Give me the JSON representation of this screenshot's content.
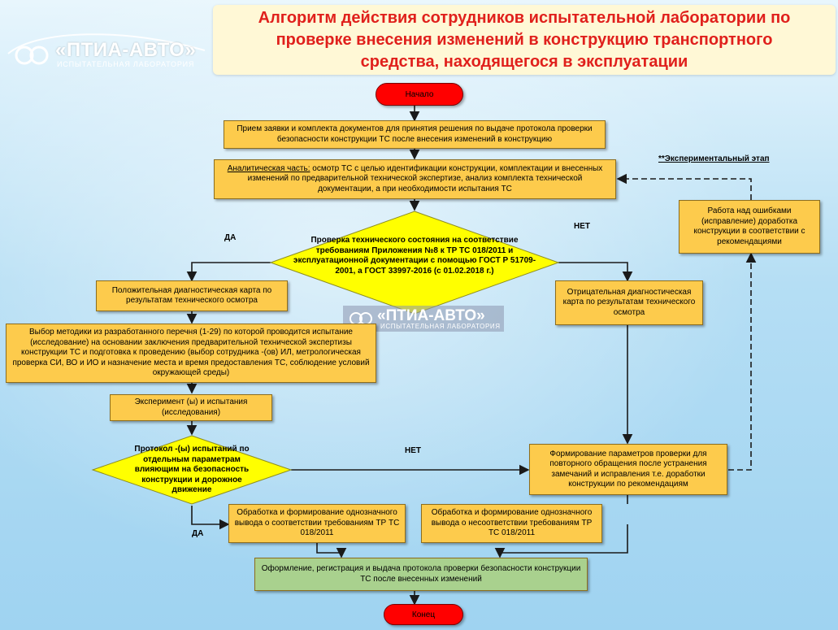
{
  "title": {
    "line1": "Алгоритм действия сотрудников испытательной лаборатории по",
    "line2": "проверке внесения изменений в конструкцию транспортного",
    "line3": "средства, находящегося в эксплуатации"
  },
  "logo": {
    "name": "«ПТИА-АВТО»",
    "subtitle": "ИСПЫТАТЕЛЬНАЯ ЛАБОРАТОРИЯ"
  },
  "watermark": {
    "name": "«ПТИА-АВТО»",
    "subtitle": "ИСПЫТАТЕЛЬНАЯ ЛАБОРАТОРИЯ"
  },
  "nodes": {
    "start": "Начало",
    "end": "Конец",
    "receive": "Прием заявки и комплекта документов для принятия решения по выдаче протокола проверки безопасности конструкции ТС после внесения изменений в конструкцию",
    "analytic_label": "Аналитическая часть:",
    "analytic_text": " осмотр ТС с целью идентификации конструкции, комплектации и внесенных изменений по предварительной технической экспертизе, анализ комплекта технической документации, а при необходимости испытания ТС",
    "check": "Проверка технического состояния на соответствие требованиям Приложения №8 к ТР ТС 018/2011 и эксплуатационной документации с помощью ГОСТ Р 51709-2001, а ГОСТ 33997-2016 (с 01.02.2018 г.)",
    "positive": "Положительная диагностическая карта по результатам технического осмотра",
    "negative": "Отрицательная диагностическая карта по результатам технического осмотра",
    "method": "Выбор методики из разработанного перечня (1-29) по которой проводится испытание (исследование) на основании заключения предварительной технической экспертизы конструкции ТС и подготовка к проведению (выбор сотрудника -(ов) ИЛ, метрологическая проверка СИ, ВО и ИО и назначение места и время предоставления ТС, соблюдение условий окружающей среды)",
    "experiments": "Эксперимент (ы) и испытания (исследования)",
    "protocol_check": "Протокол -(ы) испытаний по отдельным параметрам влияющим на безопасность конструкции и дорожное движение",
    "form_params": "Формирование параметров проверки для повторного обращения после устранения замечаний и исправления т.е. доработки конструкции по рекомендациям",
    "fix_errors": "Работа над ошибками (исправление) доработка конструкции в соответствии с рекомендациями",
    "conform": "Обработка и формирование однозначного вывода о соответствии требованиям ТР ТС 018/2011",
    "nonconform": "Обработка и формирование однозначного вывода о несоответствии требованиям ТР ТС 018/2011",
    "issue": "Оформление, регистрация и выдача протокола проверки безопасности конструкции ТС после внесенных изменений"
  },
  "labels": {
    "yes1": "ДА",
    "no1": "НЕТ",
    "no2": "НЕТ",
    "yes2": "ДА",
    "experimental": "**Экспериментальный этап"
  },
  "colors": {
    "box": "#fdcb4c",
    "terminal": "#ff0000",
    "final_box": "#a9d18e",
    "diamond": "#ffff00",
    "title": "#e0201c"
  }
}
